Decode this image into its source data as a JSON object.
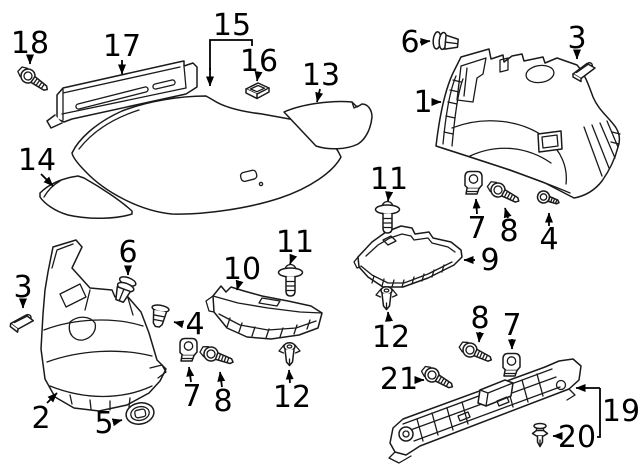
{
  "diagram": {
    "background_color": "#ffffff",
    "line_color": "#1a1a1a",
    "callouts": {
      "c1": {
        "label": "1"
      },
      "c2": {
        "label": "2"
      },
      "c3_upper": {
        "label": "3"
      },
      "c3_left": {
        "label": "3"
      },
      "c4_right": {
        "label": "4"
      },
      "c4_left": {
        "label": "4"
      },
      "c5": {
        "label": "5"
      },
      "c6_upper": {
        "label": "6"
      },
      "c6_left": {
        "label": "6"
      },
      "c7_right": {
        "label": "7"
      },
      "c7_center": {
        "label": "7"
      },
      "c7_bottom": {
        "label": "7"
      },
      "c8_right": {
        "label": "8"
      },
      "c8_center": {
        "label": "8"
      },
      "c8_bottom": {
        "label": "8"
      },
      "c9": {
        "label": "9"
      },
      "c10": {
        "label": "10"
      },
      "c11_right": {
        "label": "11"
      },
      "c11_center": {
        "label": "11"
      },
      "c12_right": {
        "label": "12"
      },
      "c12_center": {
        "label": "12"
      },
      "c13": {
        "label": "13"
      },
      "c14": {
        "label": "14"
      },
      "c15": {
        "label": "15"
      },
      "c16": {
        "label": "16"
      },
      "c17": {
        "label": "17"
      },
      "c18": {
        "label": "18"
      },
      "c19": {
        "label": "19"
      },
      "c20": {
        "label": "20"
      },
      "c21": {
        "label": "21"
      }
    }
  }
}
